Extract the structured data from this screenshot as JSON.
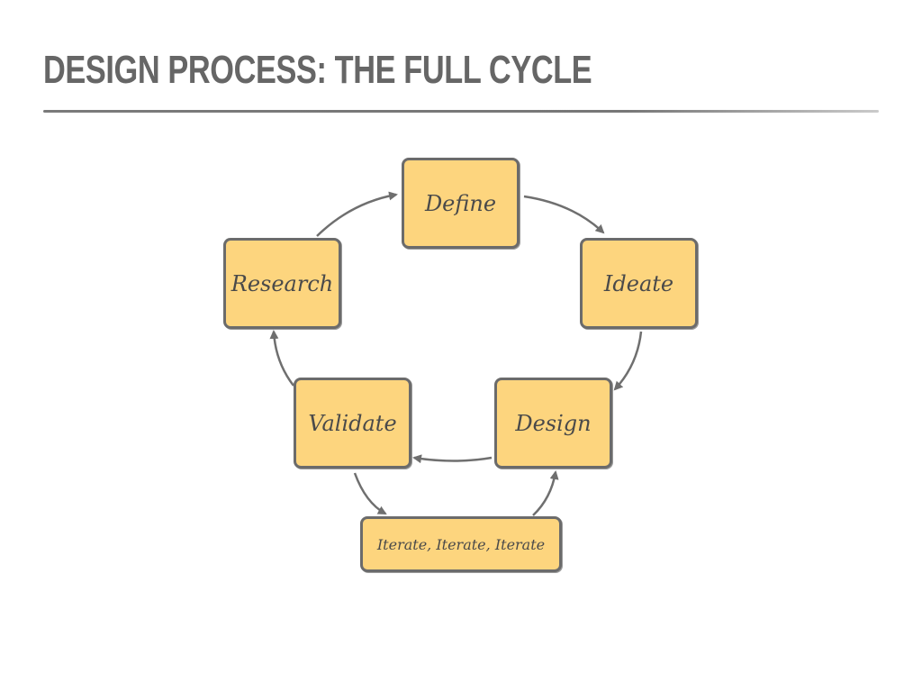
{
  "slide": {
    "title": "DESIGN PROCESS: THE FULL CYCLE"
  },
  "diagram": {
    "nodes": {
      "define": "Define",
      "ideate": "Ideate",
      "design": "Design",
      "validate": "Validate",
      "research": "Research",
      "iterate": "Iterate, Iterate, Iterate"
    },
    "colors": {
      "node_fill": "#fdd57e",
      "node_border": "#6b6b6b",
      "arrow": "#6f6f6f",
      "title": "#666666"
    }
  }
}
